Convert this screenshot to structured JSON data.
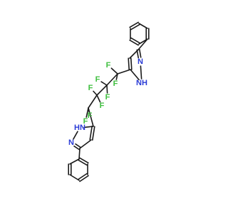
{
  "colors": {
    "carbon": "#1a1a1a",
    "nitrogen": "#2a3bd6",
    "fluorine": "#3fbf3f"
  },
  "atoms": [
    {
      "id": "p1a",
      "el": "C"
    },
    {
      "id": "p1b",
      "el": "C"
    },
    {
      "id": "p1c",
      "el": "C"
    },
    {
      "id": "p1d",
      "el": "C"
    },
    {
      "id": "p1e",
      "el": "C"
    },
    {
      "id": "p1f",
      "el": "C"
    },
    {
      "id": "r1c3",
      "el": "C"
    },
    {
      "id": "r1c4",
      "el": "C"
    },
    {
      "id": "r1c5",
      "el": "C"
    },
    {
      "id": "r1n2",
      "el": "N",
      "label": "N"
    },
    {
      "id": "r1n1",
      "el": "N",
      "label": "NH"
    },
    {
      "id": "c1",
      "el": "C"
    },
    {
      "id": "c2",
      "el": "C"
    },
    {
      "id": "c3",
      "el": "C"
    },
    {
      "id": "c4",
      "el": "C"
    },
    {
      "id": "f1a",
      "el": "F",
      "label": "F"
    },
    {
      "id": "f1b",
      "el": "F",
      "label": "F"
    },
    {
      "id": "f2a",
      "el": "F",
      "label": "F"
    },
    {
      "id": "f2b",
      "el": "F",
      "label": "F"
    },
    {
      "id": "f3a",
      "el": "F",
      "label": "F"
    },
    {
      "id": "f3b",
      "el": "F",
      "label": "F"
    },
    {
      "id": "f4a",
      "el": "F",
      "label": "F"
    },
    {
      "id": "f4b",
      "el": "F",
      "label": "F"
    },
    {
      "id": "r2c5",
      "el": "C"
    },
    {
      "id": "r2c4",
      "el": "C"
    },
    {
      "id": "r2c3",
      "el": "C"
    },
    {
      "id": "r2n1",
      "el": "N",
      "label": "HN"
    },
    {
      "id": "r2n2",
      "el": "N",
      "label": "N"
    },
    {
      "id": "p2a",
      "el": "C"
    },
    {
      "id": "p2b",
      "el": "C"
    },
    {
      "id": "p2c",
      "el": "C"
    },
    {
      "id": "p2d",
      "el": "C"
    },
    {
      "id": "p2e",
      "el": "C"
    },
    {
      "id": "p2f",
      "el": "C"
    }
  ],
  "bonds": [
    [
      "p1a",
      "p1b",
      2
    ],
    [
      "p1b",
      "p1c",
      1
    ],
    [
      "p1c",
      "p1d",
      2
    ],
    [
      "p1d",
      "p1e",
      1
    ],
    [
      "p1e",
      "p1f",
      2
    ],
    [
      "p1f",
      "p1a",
      1
    ],
    [
      "p1d",
      "r1c3",
      1
    ],
    [
      "r1c3",
      "r1n2",
      2
    ],
    [
      "r1n2",
      "r1n1",
      1
    ],
    [
      "r1n1",
      "r1c5",
      1
    ],
    [
      "r1c5",
      "r1c4",
      2
    ],
    [
      "r1c4",
      "r1c3",
      1
    ],
    [
      "r1c5",
      "c1",
      1
    ],
    [
      "c1",
      "c2",
      1
    ],
    [
      "c2",
      "c3",
      1
    ],
    [
      "c3",
      "c4",
      1
    ],
    [
      "c1",
      "f1a",
      1
    ],
    [
      "c1",
      "f1b",
      1
    ],
    [
      "c2",
      "f2a",
      1
    ],
    [
      "c2",
      "f2b",
      1
    ],
    [
      "c3",
      "f3a",
      1
    ],
    [
      "c3",
      "f3b",
      1
    ],
    [
      "c4",
      "f4a",
      1
    ],
    [
      "c4",
      "f4b",
      1
    ],
    [
      "c4",
      "r2c5",
      1
    ],
    [
      "r2c5",
      "r2n1",
      1
    ],
    [
      "r2n1",
      "r2n2",
      1
    ],
    [
      "r2n2",
      "r2c3",
      2
    ],
    [
      "r2c3",
      "r2c4",
      1
    ],
    [
      "r2c4",
      "r2c5",
      2
    ],
    [
      "r2c3",
      "p2a",
      1
    ],
    [
      "p2a",
      "p2b",
      2
    ],
    [
      "p2b",
      "p2c",
      1
    ],
    [
      "p2c",
      "p2d",
      2
    ],
    [
      "p2d",
      "p2e",
      1
    ],
    [
      "p2e",
      "p2f",
      2
    ],
    [
      "p2f",
      "p2a",
      1
    ]
  ]
}
